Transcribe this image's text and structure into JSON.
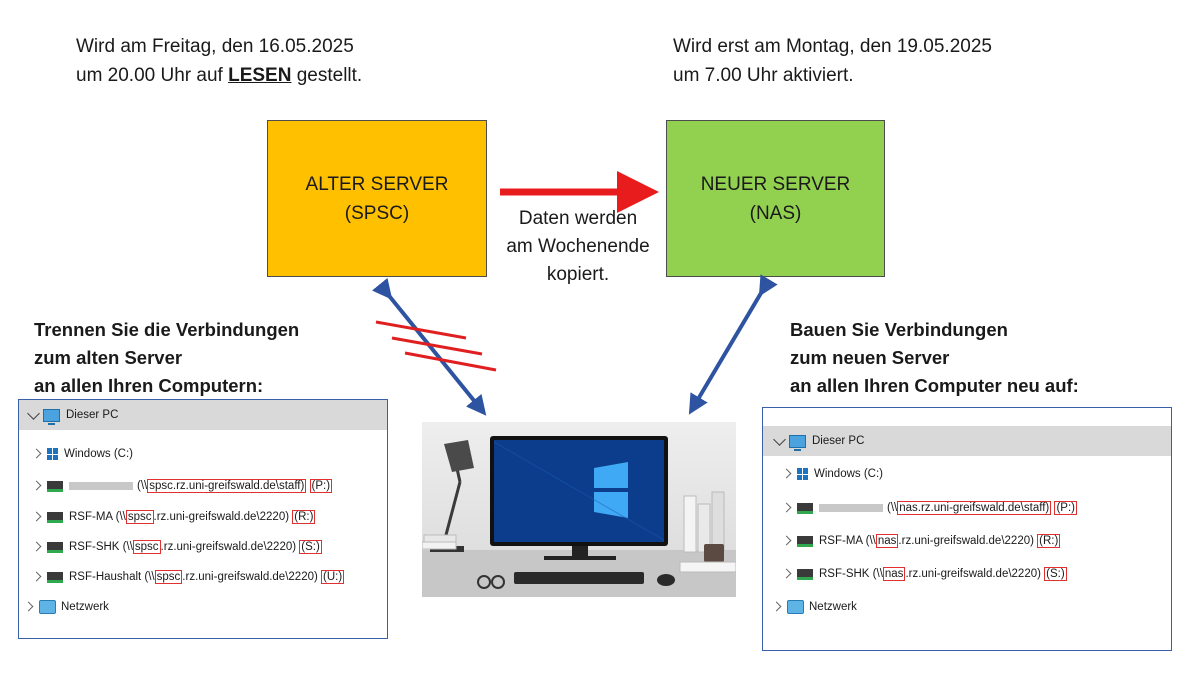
{
  "note_left": {
    "line1": "Wird am Freitag, den 16.05.2025",
    "line2_pre": "um 20.00 Uhr auf ",
    "line2_strong": "LESEN",
    "line2_post": " gestellt."
  },
  "note_right": {
    "line1": "Wird erst am Montag, den 19.05.2025",
    "line2": "um 7.00 Uhr aktiviert."
  },
  "old_server": {
    "name": "ALTER SERVER",
    "sub": "(SPSC)",
    "color": "#ffc000"
  },
  "new_server": {
    "name": "NEUER SERVER",
    "sub": "(NAS)",
    "color": "#92d050"
  },
  "copy_text": {
    "l1": "Daten werden",
    "l2": "am Wochenende",
    "l3": "kopiert."
  },
  "instr_left": {
    "l1": "Trennen Sie die Verbindungen",
    "l2": "zum alten Server",
    "l3": "an allen Ihren Computern:"
  },
  "instr_right": {
    "l1": "Bauen Sie Verbindungen",
    "l2": "zum neuen Server",
    "l3": "an allen Ihren Computer neu auf:"
  },
  "explorer_left": {
    "header": "Dieser PC",
    "windows": "Windows (C:)",
    "rows": [
      {
        "pre": " (\\\\",
        "host": "spsc.rz.uni-greifswald.de\\staff)",
        "drive": "(P:)",
        "blur": true
      },
      {
        "pre": "RSF-MA (\\\\",
        "host": "spsc",
        "mid": ".rz.uni-greifswald.de\\2220)",
        "drive": "(R:)"
      },
      {
        "pre": "RSF-SHK (\\\\",
        "host": "spsc",
        "mid": ".rz.uni-greifswald.de\\2220)",
        "drive": "(S:)"
      },
      {
        "pre": "RSF-Haushalt (\\\\",
        "host": "spsc",
        "mid": ".rz.uni-greifswald.de\\2220)",
        "drive": "(U:)"
      }
    ],
    "network": "Netzwerk"
  },
  "explorer_right": {
    "header": "Dieser PC",
    "windows": "Windows (C:)",
    "rows": [
      {
        "pre": " (\\\\",
        "host": "nas.rz.uni-greifswald.de\\staff)",
        "drive": "(P:)",
        "blur": true
      },
      {
        "pre": "RSF-MA (\\\\",
        "host": "nas",
        "mid": ".rz.uni-greifswald.de\\2220)",
        "drive": "(R:)"
      },
      {
        "pre": "RSF-SHK (\\\\",
        "host": "nas",
        "mid": ".rz.uni-greifswald.de\\2220)",
        "drive": "(S:)"
      }
    ],
    "network": "Netzwerk"
  },
  "colors": {
    "red_arrow": "#e81c1c",
    "blue_arrow": "#2e54a1",
    "strike": "#e02020"
  }
}
